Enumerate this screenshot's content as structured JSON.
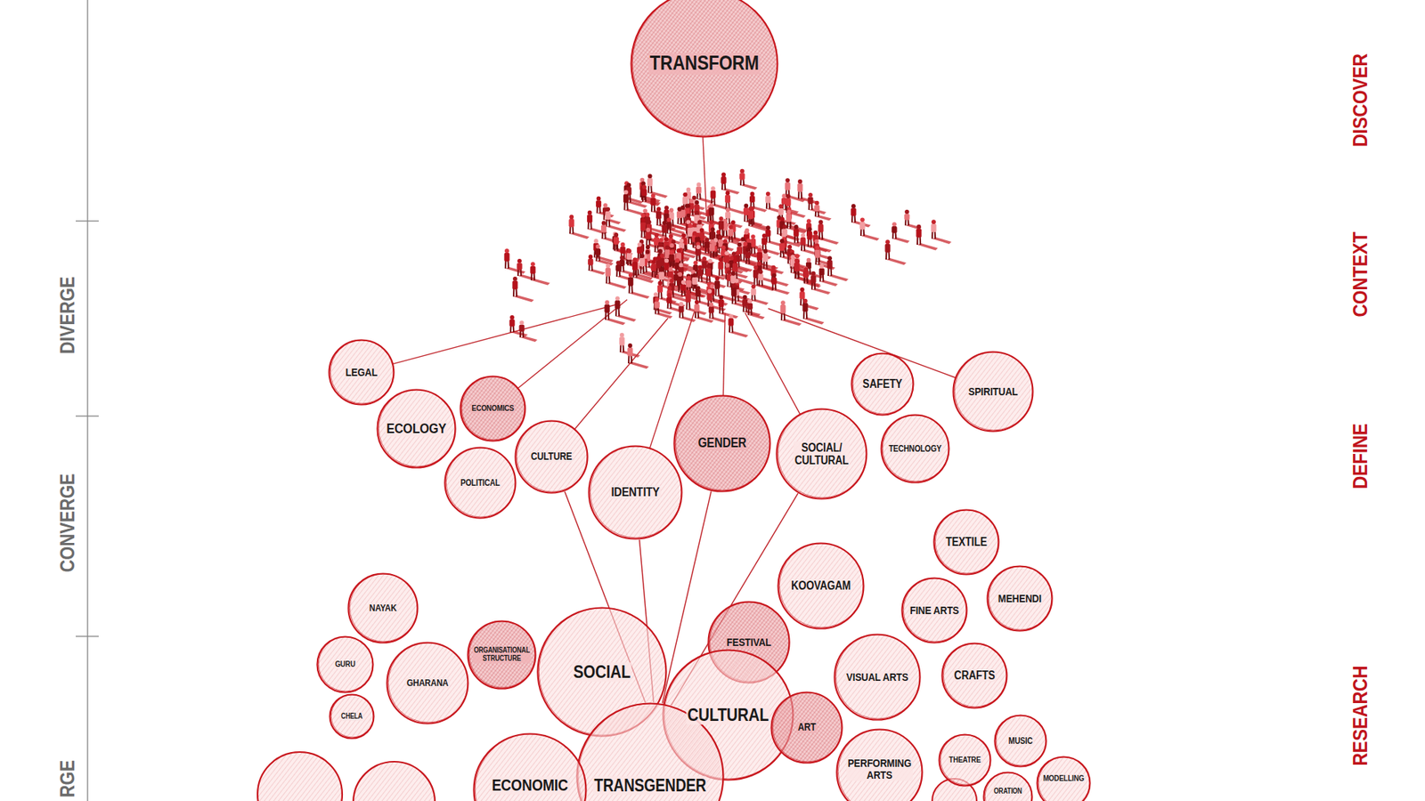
{
  "diagram": {
    "nodes": [
      {
        "text": [
          "TRANSFORM"
        ]
      },
      {
        "text": [
          "LEGAL"
        ]
      },
      {
        "text": [
          "ECONOMICS"
        ]
      },
      {
        "text": [
          "SAFETY"
        ]
      },
      {
        "text": [
          "SPIRITUAL"
        ]
      },
      {
        "text": [
          "ECOLOGY"
        ]
      },
      {
        "text": [
          "CULTURE"
        ]
      },
      {
        "text": [
          "GENDER"
        ]
      },
      {
        "text": [
          "SOCIAL/ CULTURAL"
        ]
      },
      {
        "text": [
          "TECHNOLOGY"
        ]
      },
      {
        "text": [
          "POLITICAL"
        ]
      },
      {
        "text": [
          "IDENTITY"
        ]
      },
      {
        "text": [
          "TEXTILE"
        ]
      },
      {
        "text": [
          "KOOVAGAM"
        ]
      },
      {
        "text": [
          "NAYAK"
        ]
      },
      {
        "text": [
          "MEHENDI"
        ]
      },
      {
        "text": [
          "FINE ARTS"
        ]
      },
      {
        "text": [
          "ORGANISATIONAL STRUCTURE"
        ]
      },
      {
        "text": [
          "FESTIVAL"
        ]
      },
      {
        "text": [
          "GURU"
        ]
      },
      {
        "text": [
          "SOCIAL"
        ]
      },
      {
        "text": [
          "GHARANA"
        ]
      },
      {
        "text": [
          "VISUAL ARTS"
        ]
      },
      {
        "text": [
          "CRAFTS"
        ]
      },
      {
        "text": [
          "CULTURAL"
        ]
      },
      {
        "text": [
          "CHELA"
        ]
      },
      {
        "text": [
          "ART"
        ]
      },
      {
        "text": [
          "MUSIC"
        ]
      },
      {
        "text": [
          "THEATRE"
        ]
      },
      {
        "text": [
          "PERFORMING ARTS"
        ]
      },
      {
        "text": [
          "MODELLING"
        ]
      },
      {
        "text": [
          "TRANSGENDER"
        ]
      },
      {
        "text": [
          "ECONOMIC"
        ]
      },
      {
        "text": [
          "ORATION"
        ]
      }
    ],
    "edges": [
      {
        "from": 6,
        "to": 31,
        "arrow": "none"
      },
      {
        "from": 11,
        "to": 31,
        "arrow": "none"
      },
      {
        "from": 7,
        "to": 31,
        "arrow": "none"
      },
      {
        "from": 8,
        "to": 31,
        "arrow": "none"
      }
    ],
    "labels": [
      "DIVERGE",
      "CONVERGE",
      "RGE",
      "DISCOVER",
      "CONTEXT",
      "DEFINE",
      "RESEARCH"
    ]
  }
}
